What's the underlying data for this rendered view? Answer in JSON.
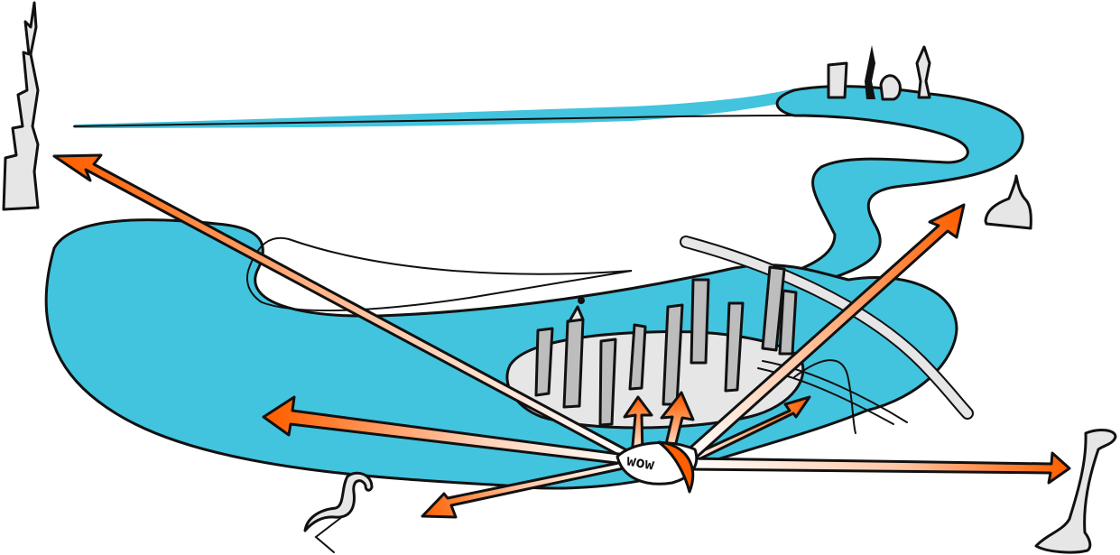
{
  "illustration": {
    "center_label": "wow",
    "colors": {
      "water": "#42C4DE",
      "building_light": "#E6E6E6",
      "building_mid": "#BDBDBD",
      "arrow_orange": "#FF5F00",
      "arrow_fade": "#FFE6D8",
      "ink": "#111111",
      "background": "#FFFFFF"
    },
    "landmarks": [
      {
        "name": "Tall stepped skyscraper",
        "position": "top-left"
      },
      {
        "name": "Skyline with tower, dome and minarets",
        "position": "top-right"
      },
      {
        "name": "Onion dome",
        "position": "right"
      },
      {
        "name": "Central island with high-rise towers",
        "position": "center"
      },
      {
        "name": "Flamingo",
        "position": "bottom-left"
      },
      {
        "name": "Vase-shaped tower",
        "position": "bottom-right"
      }
    ],
    "arrows": [
      {
        "direction": "to top-left skyscraper"
      },
      {
        "direction": "to left lagoon"
      },
      {
        "direction": "to bottom-left"
      },
      {
        "direction": "up into island (left)"
      },
      {
        "direction": "up into island (right)"
      },
      {
        "direction": "to right-east shore"
      },
      {
        "direction": "to top-right onion dome"
      },
      {
        "direction": "to bottom-right vase tower"
      }
    ]
  }
}
